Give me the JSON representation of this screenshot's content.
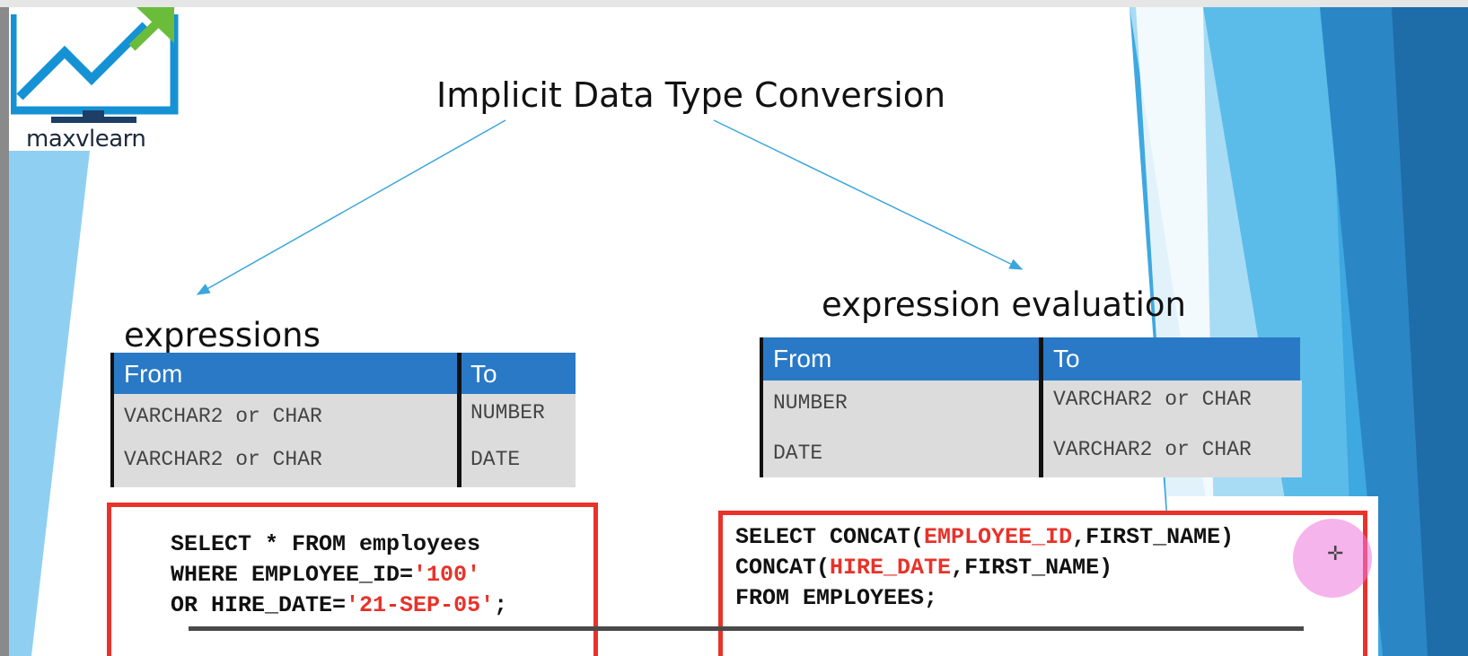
{
  "slide": {
    "logo_text": "maxvlearn",
    "title": "Implicit Data Type Conversion",
    "left_heading": "expressions",
    "right_heading": "expression evaluation"
  },
  "left_table": {
    "headers": [
      "From",
      "To"
    ],
    "rows": [
      [
        "VARCHAR2 or CHAR",
        "NUMBER"
      ],
      [
        "VARCHAR2 or CHAR",
        "DATE"
      ]
    ]
  },
  "right_table": {
    "headers": [
      "From",
      "To"
    ],
    "rows": [
      [
        "NUMBER",
        "VARCHAR2 or CHAR"
      ],
      [
        "DATE",
        "VARCHAR2 or CHAR"
      ]
    ]
  },
  "left_code": {
    "line1": "SELECT * FROM employees",
    "line2_prefix": "WHERE EMPLOYEE_ID=",
    "line2_value": "'100'",
    "line3_prefix": "OR HIRE_DATE=",
    "line3_value": "'21-SEP-05'",
    "line3_suffix": ";"
  },
  "right_code": {
    "line1_prefix": "SELECT CONCAT(",
    "line1_arg1": "EMPLOYEE_ID",
    "line1_rest": ",FIRST_NAME)",
    "line2_prefix": "CONCAT(",
    "line2_arg1": "HIRE_DATE",
    "line2_rest": ",FIRST_NAME)",
    "line3": "FROM EMPLOYEES;"
  },
  "colors": {
    "header_blue": "#2979c6",
    "cell_gray": "#dcdcdc",
    "code_red": "#e8322a",
    "accent_blue": "#3aa6dc"
  }
}
